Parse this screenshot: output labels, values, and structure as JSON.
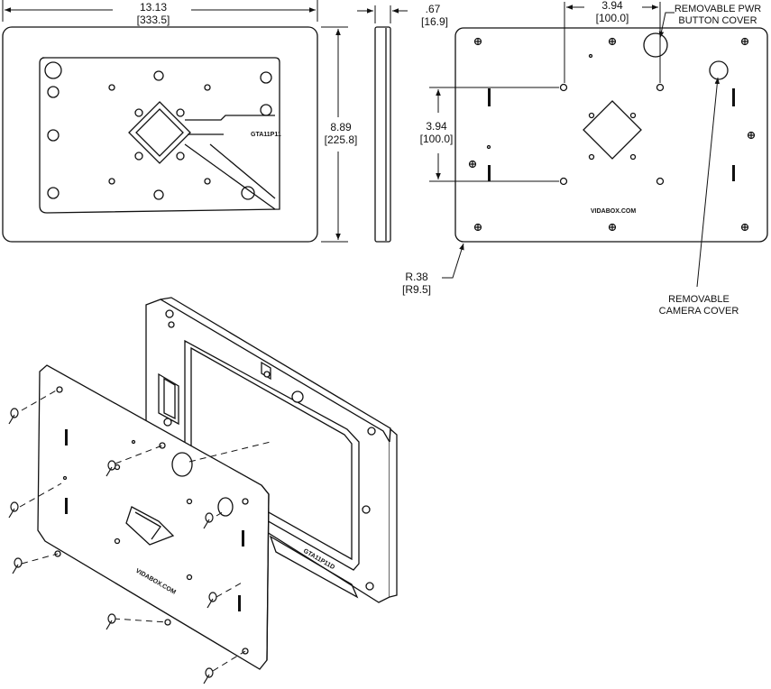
{
  "dimensions": {
    "width": {
      "imperial": "13.13",
      "metric": "[333.5]"
    },
    "height": {
      "imperial": "8.89",
      "metric": "[225.8]"
    },
    "depth": {
      "imperial": ".67",
      "metric": "[16.9]"
    },
    "hole_spacing_horizontal": {
      "imperial": "3.94",
      "metric": "[100.0]"
    },
    "hole_spacing_vertical": {
      "imperial": "3.94",
      "metric": "[100.0]"
    },
    "corner_radius": {
      "imperial": "R.38",
      "metric": "[R9.5]"
    }
  },
  "callouts": {
    "power_cover_line1": "REMOVABLE PWR",
    "power_cover_line2": "BUTTON COVER",
    "camera_cover_line1": "REMOVABLE",
    "camera_cover_line2": "CAMERA COVER"
  },
  "engravings": {
    "model_front": "GTA11P11",
    "brand_back": "VIDABOX.COM",
    "brand_exploded": "VIDABOX.COM",
    "model_exploded": "GTA11P11D"
  },
  "colors": {
    "line": "#111111",
    "background": "#ffffff"
  }
}
